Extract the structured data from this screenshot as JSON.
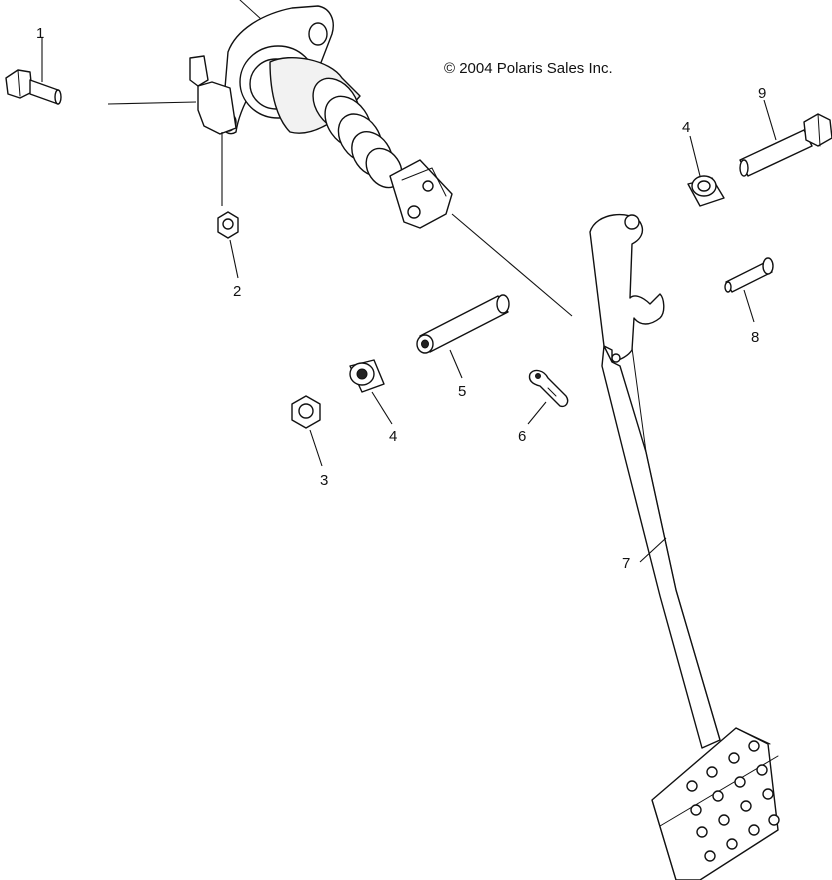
{
  "copyright": "© 2004 Polaris Sales Inc.",
  "callouts": {
    "c1": "1",
    "c2": "2",
    "c3": "3",
    "c4a": "4",
    "c4b": "4",
    "c5": "5",
    "c6": "6",
    "c7": "7",
    "c8": "8",
    "c9": "9"
  }
}
